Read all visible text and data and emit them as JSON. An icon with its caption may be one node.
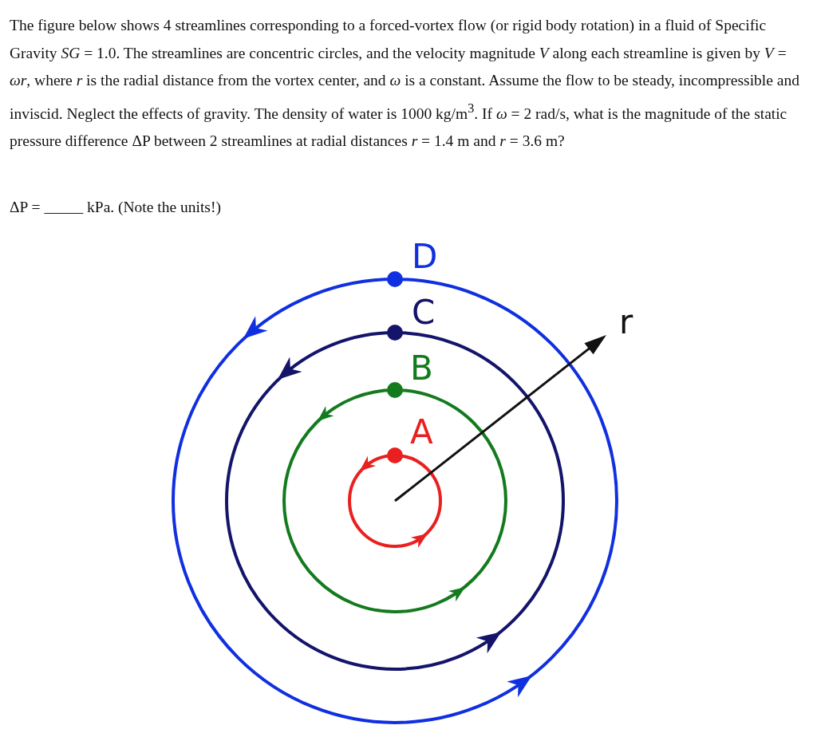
{
  "diagram": {
    "labels": [
      "The figure below shows 4 streamlines corresponding to a forced-vortex flow (or rigid body rotation) in a fluid of Specific Gravity *SG* = 1.0. The streamlines are concentric circles, and the velocity magnitude *V* along each streamline is given by *V* = *ωr*, where *r* is the radial distance from the vortex center, and *ω* is a constant. Assume the flow to be steady, incompressible and inviscid. Neglect the effects of gravity. The density of water is 1000 kg/m$^{3}$. If *ω* = 2 rad/s, what is the magnitude of the static pressure difference ΔP between 2 streamlines at radial distances *r* = 1.4 m and *r* = 3.6 m?",
      "ΔP = _____ kPa. (Note the units!)",
      "D",
      "C",
      "B",
      "A",
      "r"
    ]
  }
}
